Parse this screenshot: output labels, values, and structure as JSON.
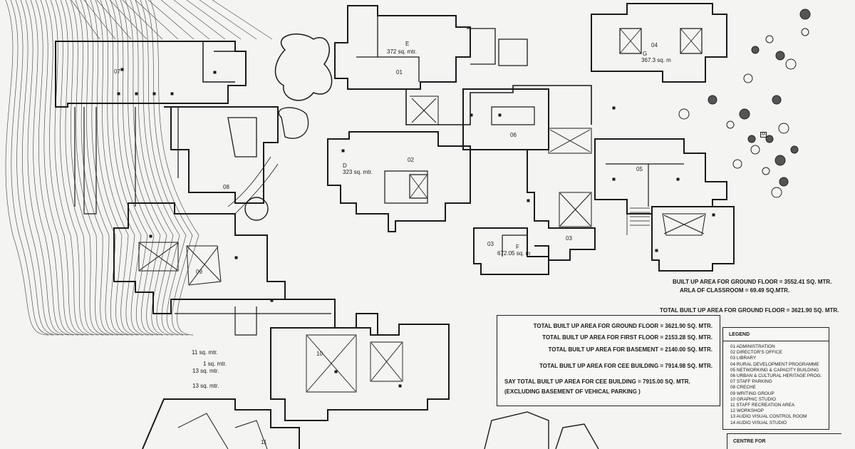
{
  "rooms": {
    "r01": "01",
    "r02": "02",
    "r03a": "03",
    "r03b": "03",
    "r04": "04",
    "r05": "05",
    "r06": "06",
    "r07": "07",
    "r08": "08",
    "r09": "09",
    "r10": "10",
    "r11": "11"
  },
  "blocks": {
    "e_letter": "E",
    "e_area": "372 sq. mtr.",
    "d_letter": "D",
    "d_area": "323 sq. mtr.",
    "f_letter": "F",
    "f_area": "672.05 sq. m",
    "g_letter": "G",
    "g_area": "367.3 sq. m",
    "m_letter": "M"
  },
  "side_areas": {
    "a1": "11 sq. mtr.",
    "a2": "1 sq. mtr.",
    "a3": "13 sq. mtr.",
    "a4": "13 sq. mtr."
  },
  "notes": {
    "ground_floor_1": "BUILT UP AREA FOR GROUND FLOOR = 3552.41 SQ. MTR.",
    "classroom": "ARLA OF CLASSROOM  = 69.49 SQ.MTR.",
    "ground_floor_total": "TOTAL BUILT UP AREA FOR GROUND FLOOR = 3621.90 SQ. MTR."
  },
  "summary": {
    "ground": "TOTAL BUILT UP AREA FOR GROUND FLOOR = 3621.90 SQ. MTR.",
    "first": "TOTAL BUILT UP AREA FOR FIRST FLOOR = 2153.28 SQ. MTR.",
    "basement": "TOTAL BUILT UP AREA FOR BASEMENT = 2140.00 SQ. MTR.",
    "cee": "TOTAL BUILT UP AREA FOR CEE BUILDING = 7914.98 SQ. MTR.",
    "say_total": "SAY TOTAL BUILT UP AREA FOR CEE BUILDING =  7915.00 SQ. MTR.",
    "excluding": "(EXCLUDING BASEMENT OF  VEHICAL PARKING )"
  },
  "legend": {
    "title": "LEGEND",
    "items": [
      "01 ADMINISTRATION",
      "02 DIRECTOR'S OFFICE",
      "03 LIBRARY",
      "04 RURAL DEVELOPMENT PROGRAMME",
      "05 NETWORKING & CAPACITY BUILDING",
      "06 URBAN & CULTURAL HERITAGE PROG.",
      "07 STAFF PARKING",
      "08 CRECHE",
      "09 WRITING GROUP",
      "10 GRAPHIC STUDIO",
      "11 STAFF RECREATION AREA",
      "12 WORKSHOP",
      "13 AUDIO VISUAL CONTROL ROOM",
      "14 AUDIO VISUAL STUDIO"
    ]
  },
  "title_block": {
    "centre": "CENTRE FOR"
  }
}
